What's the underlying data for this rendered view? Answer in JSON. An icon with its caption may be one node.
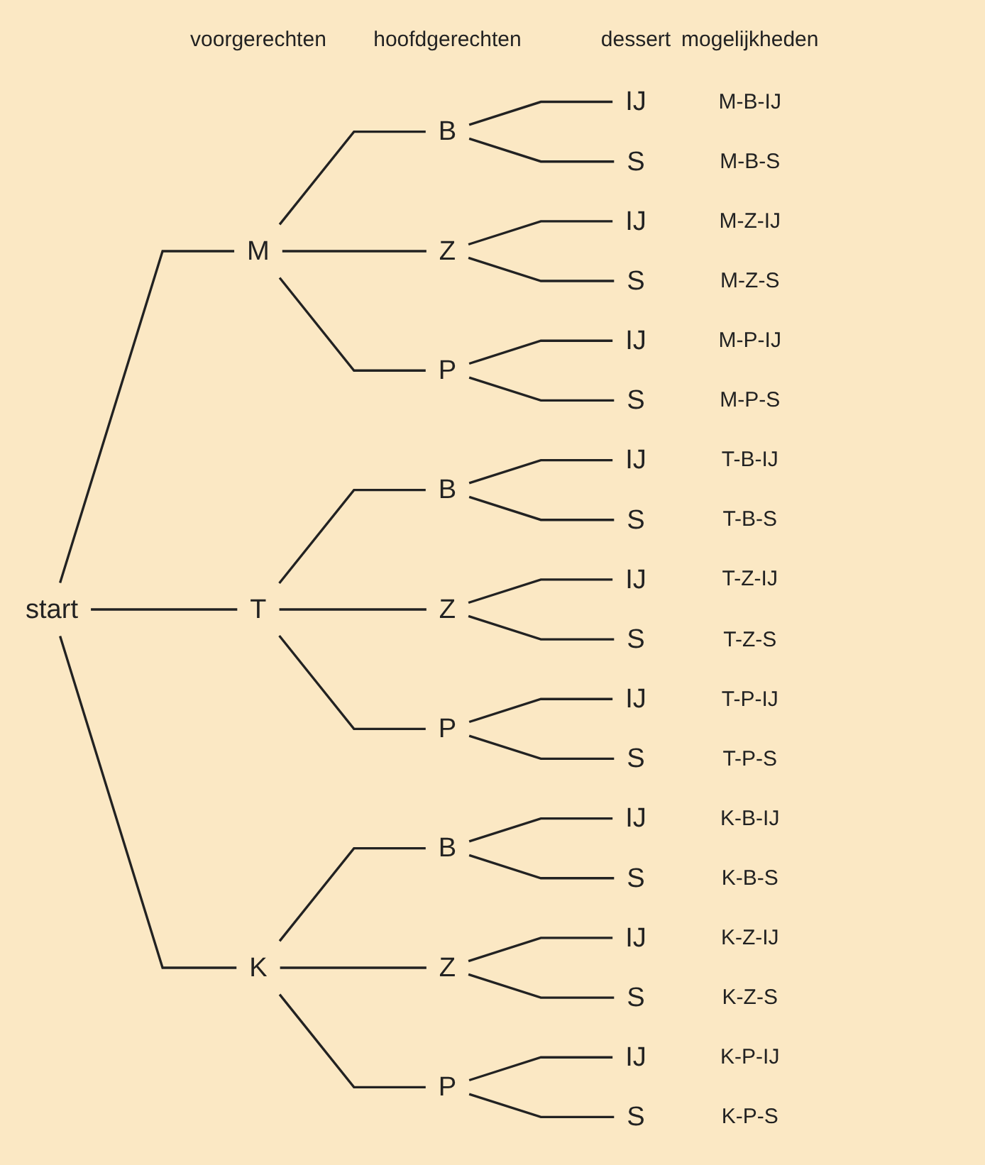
{
  "diagram": {
    "nodes": [
      {
        "text": [
          "start"
        ]
      },
      {
        "text": [
          "M"
        ]
      },
      {
        "text": [
          "B"
        ]
      },
      {
        "text": [
          "IJ"
        ]
      },
      {
        "text": [
          "S"
        ]
      },
      {
        "text": [
          "Z"
        ]
      },
      {
        "text": [
          "IJ"
        ]
      },
      {
        "text": [
          "S"
        ]
      },
      {
        "text": [
          "P"
        ]
      },
      {
        "text": [
          "IJ"
        ]
      },
      {
        "text": [
          "S"
        ]
      },
      {
        "text": [
          "T"
        ]
      },
      {
        "text": [
          "B"
        ]
      },
      {
        "text": [
          "IJ"
        ]
      },
      {
        "text": [
          "S"
        ]
      },
      {
        "text": [
          "Z"
        ]
      },
      {
        "text": [
          "IJ"
        ]
      },
      {
        "text": [
          "S"
        ]
      },
      {
        "text": [
          "P"
        ]
      },
      {
        "text": [
          "IJ"
        ]
      },
      {
        "text": [
          "S"
        ]
      },
      {
        "text": [
          "K"
        ]
      },
      {
        "text": [
          "B"
        ]
      },
      {
        "text": [
          "IJ"
        ]
      },
      {
        "text": [
          "S"
        ]
      },
      {
        "text": [
          "Z"
        ]
      },
      {
        "text": [
          "IJ"
        ]
      },
      {
        "text": [
          "S"
        ]
      },
      {
        "text": [
          "P"
        ]
      },
      {
        "text": [
          "IJ"
        ]
      },
      {
        "text": [
          "S"
        ]
      }
    ],
    "edges": [
      {
        "from": 0,
        "to": 1,
        "arrow": "none"
      },
      {
        "from": 1,
        "to": 2,
        "arrow": "none"
      },
      {
        "from": 2,
        "to": 3,
        "arrow": "none"
      },
      {
        "from": 2,
        "to": 4,
        "arrow": "none"
      },
      {
        "from": 1,
        "to": 5,
        "arrow": "none"
      },
      {
        "from": 5,
        "to": 6,
        "arrow": "none"
      },
      {
        "from": 5,
        "to": 7,
        "arrow": "none"
      },
      {
        "from": 1,
        "to": 8,
        "arrow": "none"
      },
      {
        "from": 8,
        "to": 9,
        "arrow": "none"
      },
      {
        "from": 8,
        "to": 10,
        "arrow": "none"
      },
      {
        "from": 0,
        "to": 11,
        "arrow": "none"
      },
      {
        "from": 11,
        "to": 12,
        "arrow": "none"
      },
      {
        "from": 12,
        "to": 13,
        "arrow": "none"
      },
      {
        "from": 12,
        "to": 14,
        "arrow": "none"
      },
      {
        "from": 11,
        "to": 15,
        "arrow": "none"
      },
      {
        "from": 15,
        "to": 16,
        "arrow": "none"
      },
      {
        "from": 15,
        "to": 17,
        "arrow": "none"
      },
      {
        "from": 11,
        "to": 18,
        "arrow": "none"
      },
      {
        "from": 18,
        "to": 19,
        "arrow": "none"
      },
      {
        "from": 18,
        "to": 20,
        "arrow": "none"
      },
      {
        "from": 0,
        "to": 21,
        "arrow": "none"
      },
      {
        "from": 21,
        "to": 22,
        "arrow": "none"
      },
      {
        "from": 22,
        "to": 23,
        "arrow": "none"
      },
      {
        "from": 22,
        "to": 24,
        "arrow": "none"
      },
      {
        "from": 21,
        "to": 25,
        "arrow": "none"
      },
      {
        "from": 25,
        "to": 26,
        "arrow": "none"
      },
      {
        "from": 25,
        "to": 27,
        "arrow": "none"
      },
      {
        "from": 21,
        "to": 28,
        "arrow": "none"
      },
      {
        "from": 28,
        "to": 29,
        "arrow": "none"
      },
      {
        "from": 28,
        "to": 30,
        "arrow": "none"
      }
    ],
    "labels": [
      "voorgerechten",
      "hoofdgerechten",
      "dessert",
      "mogelijkheden",
      "M-B-IJ",
      "M-B-S",
      "M-Z-IJ",
      "M-Z-S",
      "M-P-IJ",
      "M-P-S",
      "T-B-IJ",
      "T-B-S",
      "T-Z-IJ",
      "T-Z-S",
      "T-P-IJ",
      "T-P-S",
      "K-B-IJ",
      "K-B-S",
      "K-Z-IJ",
      "K-Z-S",
      "K-P-IJ",
      "K-P-S"
    ]
  }
}
